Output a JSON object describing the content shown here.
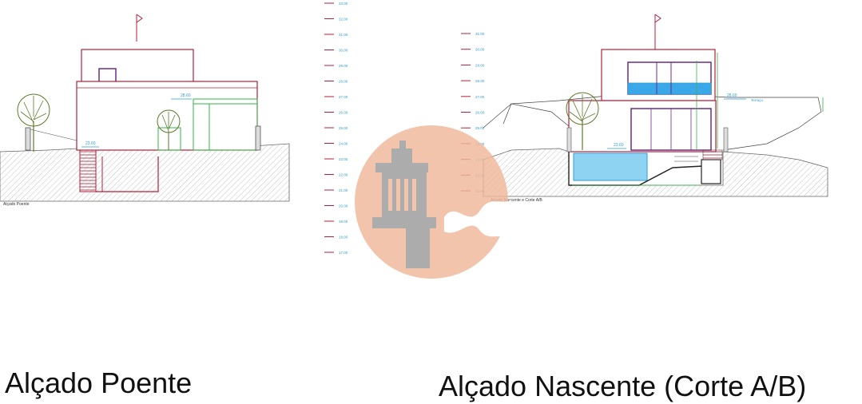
{
  "captions": {
    "west_elevation": "Alçado Poente",
    "east_elevation_section": "Alçado Nascente (Corte A/B)"
  },
  "drawing_labels": {
    "west_elevation_small": "Alçado Poente",
    "east_elevation_small": "Alçado Nascente e Corte A/B",
    "terrace_label": "Terraço"
  },
  "levels": {
    "west_top": "28.60",
    "west_ground": "23.60",
    "east_top": "28.60",
    "east_ground": "23.60"
  },
  "scale_left": [
    "33.00",
    "32.00",
    "31.00",
    "30.00",
    "29.00",
    "28.00",
    "27.00",
    "26.00",
    "25.00",
    "24.00",
    "23.00",
    "22.00",
    "21.00",
    "20.00",
    "19.00",
    "18.00",
    "17.00"
  ],
  "scale_right": [
    "31.00",
    "30.00",
    "29.00",
    "28.00",
    "27.00",
    "26.00",
    "25.00",
    "24.00",
    "23.00",
    "22.00",
    "21.00"
  ],
  "colors": {
    "outline_red": "#b3203a",
    "green": "#33b54a",
    "blue": "#2e9bd6",
    "purple": "#6b2d8a",
    "ground_hatch": "#9a9a9a",
    "watermark_orange": "#f0b89a",
    "watermark_grey": "#9a9a9a"
  },
  "watermark": {
    "icon": "tower-logo-icon"
  }
}
